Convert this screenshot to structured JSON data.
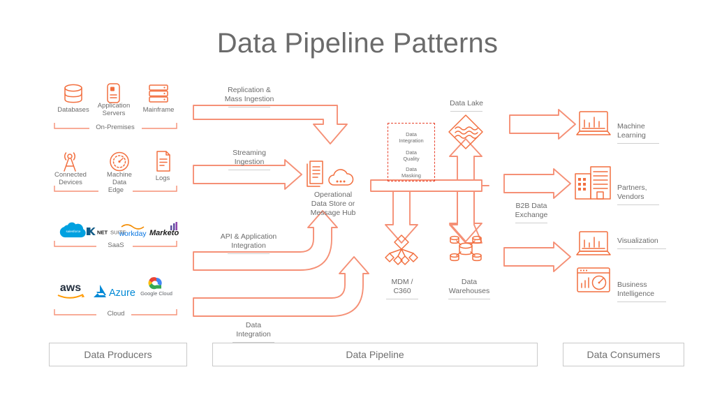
{
  "title": "Data Pipeline Patterns",
  "colors": {
    "arrow_stroke": "#F59076",
    "icon_orange": "#F26F3F",
    "dashed_box": "#E8402A",
    "text_gray": "#6b6b6b",
    "rule_gray": "#cfcfcf",
    "band_border": "#c9c9c9"
  },
  "producers": {
    "band_label": "Data Producers",
    "groups": [
      {
        "name": "On-Premises",
        "items": [
          {
            "label": "Databases",
            "icon": "database-icon"
          },
          {
            "label": "Application\nServers",
            "icon": "app-server-icon"
          },
          {
            "label": "Mainframe",
            "icon": "mainframe-icon"
          }
        ]
      },
      {
        "name": "Edge",
        "items": [
          {
            "label": "Connected\nDevices",
            "icon": "antenna-icon"
          },
          {
            "label": "Machine\nData",
            "icon": "gauge-icon"
          },
          {
            "label": "Logs",
            "icon": "logs-icon"
          }
        ]
      },
      {
        "name": "SaaS",
        "items": [
          {
            "label": "salesforce",
            "icon": "salesforce-logo"
          },
          {
            "label": "NETSUITE",
            "icon": "netsuite-logo"
          },
          {
            "label": "workday",
            "icon": "workday-logo"
          },
          {
            "label": "Marketo",
            "icon": "marketo-logo"
          }
        ]
      },
      {
        "name": "Cloud",
        "items": [
          {
            "label": "aws",
            "icon": "aws-logo"
          },
          {
            "label": "Azure",
            "icon": "azure-logo"
          },
          {
            "label": "Google Cloud",
            "icon": "google-cloud-logo"
          }
        ]
      }
    ]
  },
  "pipeline": {
    "band_label": "Data Pipeline",
    "flow_labels": [
      {
        "id": "replication",
        "text": "Replication &\nMass Ingestion"
      },
      {
        "id": "streaming",
        "text": "Streaming\nIngestion"
      },
      {
        "id": "api",
        "text": "API & Application\nIntegration"
      },
      {
        "id": "integration",
        "text": "Data\nIntegration"
      }
    ],
    "nodes": [
      {
        "id": "ods",
        "label": "Operational\nData Store or\nMessage Hub",
        "icon": "documents-cloud-icon"
      },
      {
        "id": "data-lake",
        "label": "Data Lake",
        "icon": "data-lake-diamond-icon"
      },
      {
        "id": "mdm",
        "label": "MDM /\nC360",
        "icon": "mdm-tree-icon"
      },
      {
        "id": "dwh",
        "label": "Data\nWarehouses",
        "icon": "data-warehouse-icon"
      }
    ],
    "processing_box": {
      "lines": [
        "Data\nIntegration",
        "Data\nQuality",
        "Data\nMasking"
      ],
      "style": "dashed-red"
    }
  },
  "consumers": {
    "band_label": "Data Consumers",
    "items": [
      {
        "label": "Machine\nLearning",
        "icon": "laptop-chart-icon"
      },
      {
        "label": "Partners,\nVendors",
        "icon": "buildings-icon"
      },
      {
        "label": "Visualization",
        "icon": "laptop-chart-icon"
      },
      {
        "label": "Business\nIntelligence",
        "icon": "dashboard-gauge-icon"
      }
    ],
    "edge_label": "B2B Data\nExchange"
  }
}
